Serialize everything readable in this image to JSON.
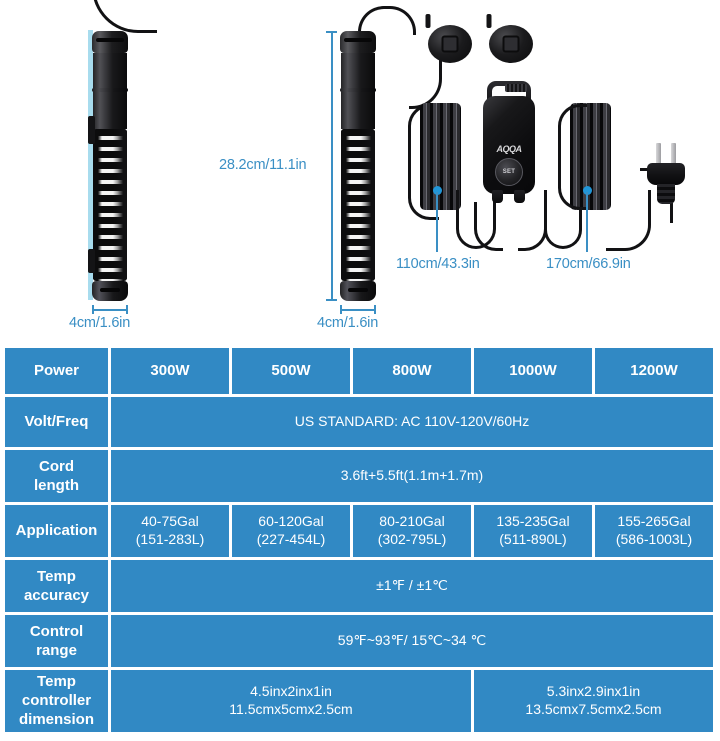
{
  "product": {
    "heater_left": {
      "name": "aquarium-heater-standalone",
      "width_label": "4cm/1.6in"
    },
    "heater_right": {
      "name": "aquarium-heater-with-controller",
      "height_label": "28.2cm/11.1in",
      "width_label": "4cm/1.6in"
    },
    "cords": {
      "heater_cord_label": "110cm/43.3in",
      "power_cord_label": "170cm/66.9in"
    },
    "controller": {
      "button_label": "SET",
      "logo_text": "AQQA"
    },
    "accessories": {
      "suction_cup_count": 2
    },
    "colors": {
      "dimension_blue": "#3a8fc4",
      "marker_blue": "#2196d8",
      "strip_blue": "#a8dcee",
      "table_cell": "#3189c4",
      "table_text": "#ffffff",
      "background": "#ffffff"
    }
  },
  "spec_table": {
    "rows": [
      {
        "label": "Power",
        "type": "columns",
        "values": [
          "300W",
          "500W",
          "800W",
          "1000W",
          "1200W"
        ]
      },
      {
        "label": "Volt/Freq",
        "type": "span",
        "value": "US STANDARD: AC 110V-120V/60Hz"
      },
      {
        "label": "Cord\nlength",
        "type": "span",
        "value": "3.6ft+5.5ft(1.1m+1.7m)"
      },
      {
        "label": "Application",
        "type": "columns",
        "values": [
          "40-75Gal\n(151-283L)",
          "60-120Gal\n(227-454L)",
          "80-210Gal\n(302-795L)",
          "135-235Gal\n(511-890L)",
          "155-265Gal\n(586-1003L)"
        ]
      },
      {
        "label": "Temp\naccuracy",
        "type": "span",
        "value": "±1℉ / ±1℃"
      },
      {
        "label": "Control\nrange",
        "type": "span",
        "value": "59℉~93℉/ 15℃~34 ℃"
      },
      {
        "label": "Temp\ncontroller\ndimension",
        "type": "split",
        "values": [
          "4.5inx2inx1in\n11.5cmx5cmx2.5cm",
          "5.3inx2.9inx1in\n13.5cmx7.5cmx2.5cm"
        ]
      }
    ]
  }
}
